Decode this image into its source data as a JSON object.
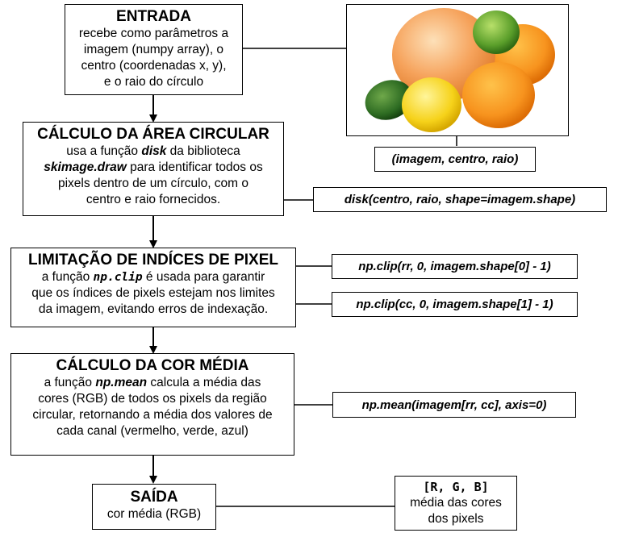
{
  "entrada": {
    "title": "ENTRADA",
    "lines": [
      "recebe como parâmetros a",
      "imagem (numpy array), o",
      "centro (coordenadas x, y),",
      "e o raio do círculo"
    ]
  },
  "calculo_area": {
    "title": "CÁLCULO DA ÁREA CIRCULAR",
    "line1_pre": "usa a função ",
    "line1_fn": "disk",
    "line1_post": " da biblioteca",
    "line2_lib": "skimage.draw",
    "line2_post": " para identificar todos os",
    "line3": "pixels dentro de um círculo, com o",
    "line4": "centro e raio fornecidos."
  },
  "limitacao": {
    "title": "LIMITAÇÃO DE INDÍCES DE PIXEL",
    "line1_pre": "a função ",
    "line1_fn": "np.clip",
    "line1_post": " é usada para garantir",
    "line2": "que os índices de pixels estejam nos limites",
    "line3": "da imagem, evitando erros de indexação."
  },
  "cor_media": {
    "title": "CÁLCULO DA COR MÉDIA",
    "line1_pre": "a função ",
    "line1_fn": "np.mean",
    "line1_post": " calcula a média das",
    "line2": "cores (RGB) de todos os pixels da região",
    "line3": "circular, retornando a média dos valores de",
    "line4": "cada canal (vermelho, verde, azul)"
  },
  "saida": {
    "title": "SAÍDA",
    "line1": "cor média (RGB)"
  },
  "labels": {
    "params": "(imagem, centro, raio)",
    "disk": "disk(centro, raio, shape=imagem.shape)",
    "clip_rr": "np.clip(rr, 0, imagem.shape[0] - 1)",
    "clip_cc": "np.clip(cc, 0, imagem.shape[1] - 1)",
    "mean": "np.mean(imagem[rr, cc], axis=0)"
  },
  "result": {
    "code": "[R, G, B]",
    "line1": "média das cores",
    "line2": "dos pixels"
  },
  "colors": {
    "orange": "#f7931e",
    "grapefruit": "#f6a35c",
    "lemon": "#f6d21a",
    "lime": "#5a9e2a"
  }
}
